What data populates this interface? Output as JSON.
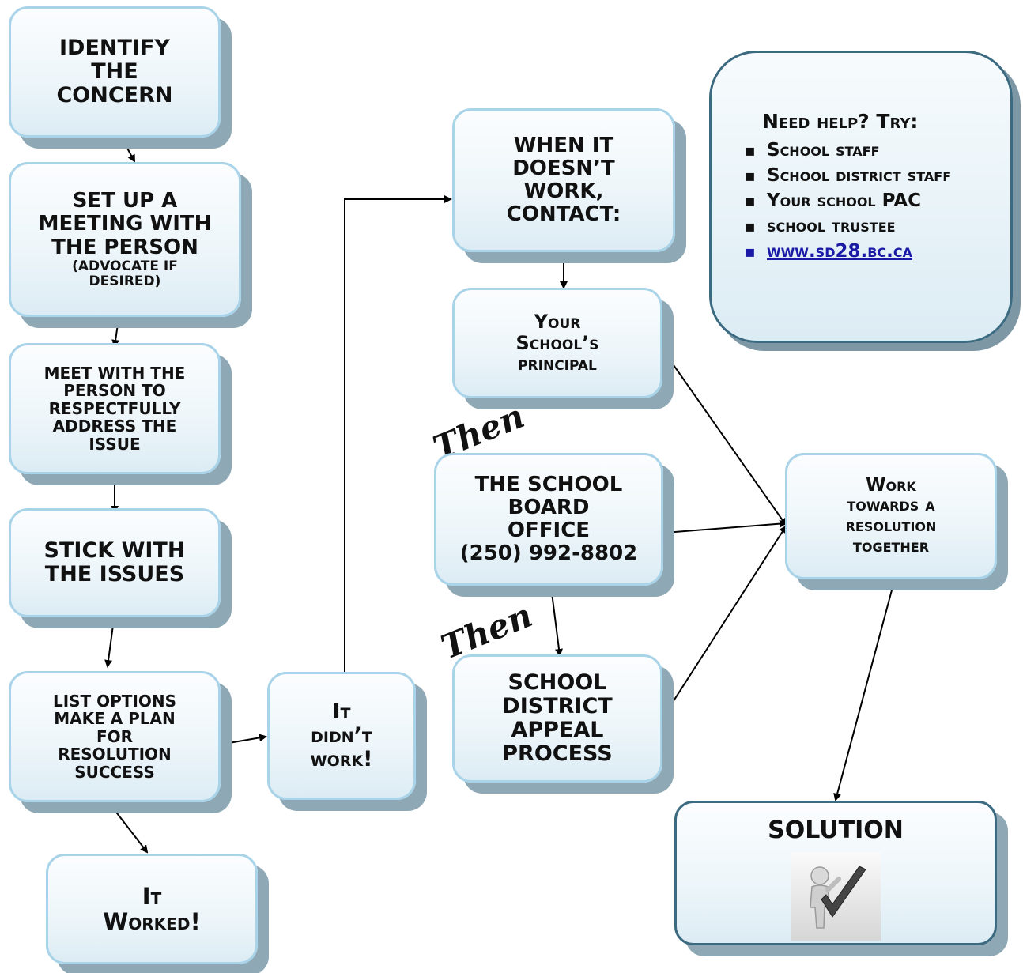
{
  "left_column": {
    "identify": [
      "IDENTIFY",
      "THE",
      "CONCERN"
    ],
    "setup": [
      "SET UP A",
      "MEETING WITH",
      "THE PERSON"
    ],
    "setup_note": [
      "(ADVOCATE IF",
      "DESIRED)"
    ],
    "meet": [
      "MEET WITH THE",
      "PERSON TO",
      "RESPECTFULLY",
      "ADDRESS THE",
      "ISSUE"
    ],
    "stick": [
      "STICK WITH",
      "THE ISSUES"
    ],
    "list": [
      "LIST OPTIONS",
      "MAKE A PLAN",
      "FOR",
      "RESOLUTION",
      "SUCCESS"
    ],
    "worked": [
      "It",
      "Worked!"
    ]
  },
  "middle": {
    "didnt": [
      "It",
      "didn’t",
      "work!"
    ],
    "when": [
      "WHEN IT",
      "DOESN’T",
      "WORK,",
      "CONTACT:"
    ],
    "principal": [
      "Your",
      "School’s",
      "principal"
    ],
    "then1": "Then",
    "board": [
      "THE SCHOOL",
      "BOARD",
      "OFFICE",
      "(250) 992-8802"
    ],
    "then2": "Then",
    "appeal": [
      "SCHOOL",
      "DISTRICT",
      "APPEAL",
      "PROCESS"
    ]
  },
  "right": {
    "resolution": [
      "Work",
      "towards a",
      "resolution",
      "together"
    ],
    "solution": "SOLUTION",
    "solution_icon": "person-checkmark-icon"
  },
  "help": {
    "heading": "Need help?  Try:",
    "items": [
      "School staff",
      "School district staff",
      "Your school PAC",
      "school trustee"
    ],
    "link": "www.sd28.bc.ca"
  },
  "colors": {
    "box_border": "#a9d3e8",
    "box_shadow": "#8ea9b5",
    "help_border": "#3c6a80",
    "link": "#1a1aa6"
  }
}
